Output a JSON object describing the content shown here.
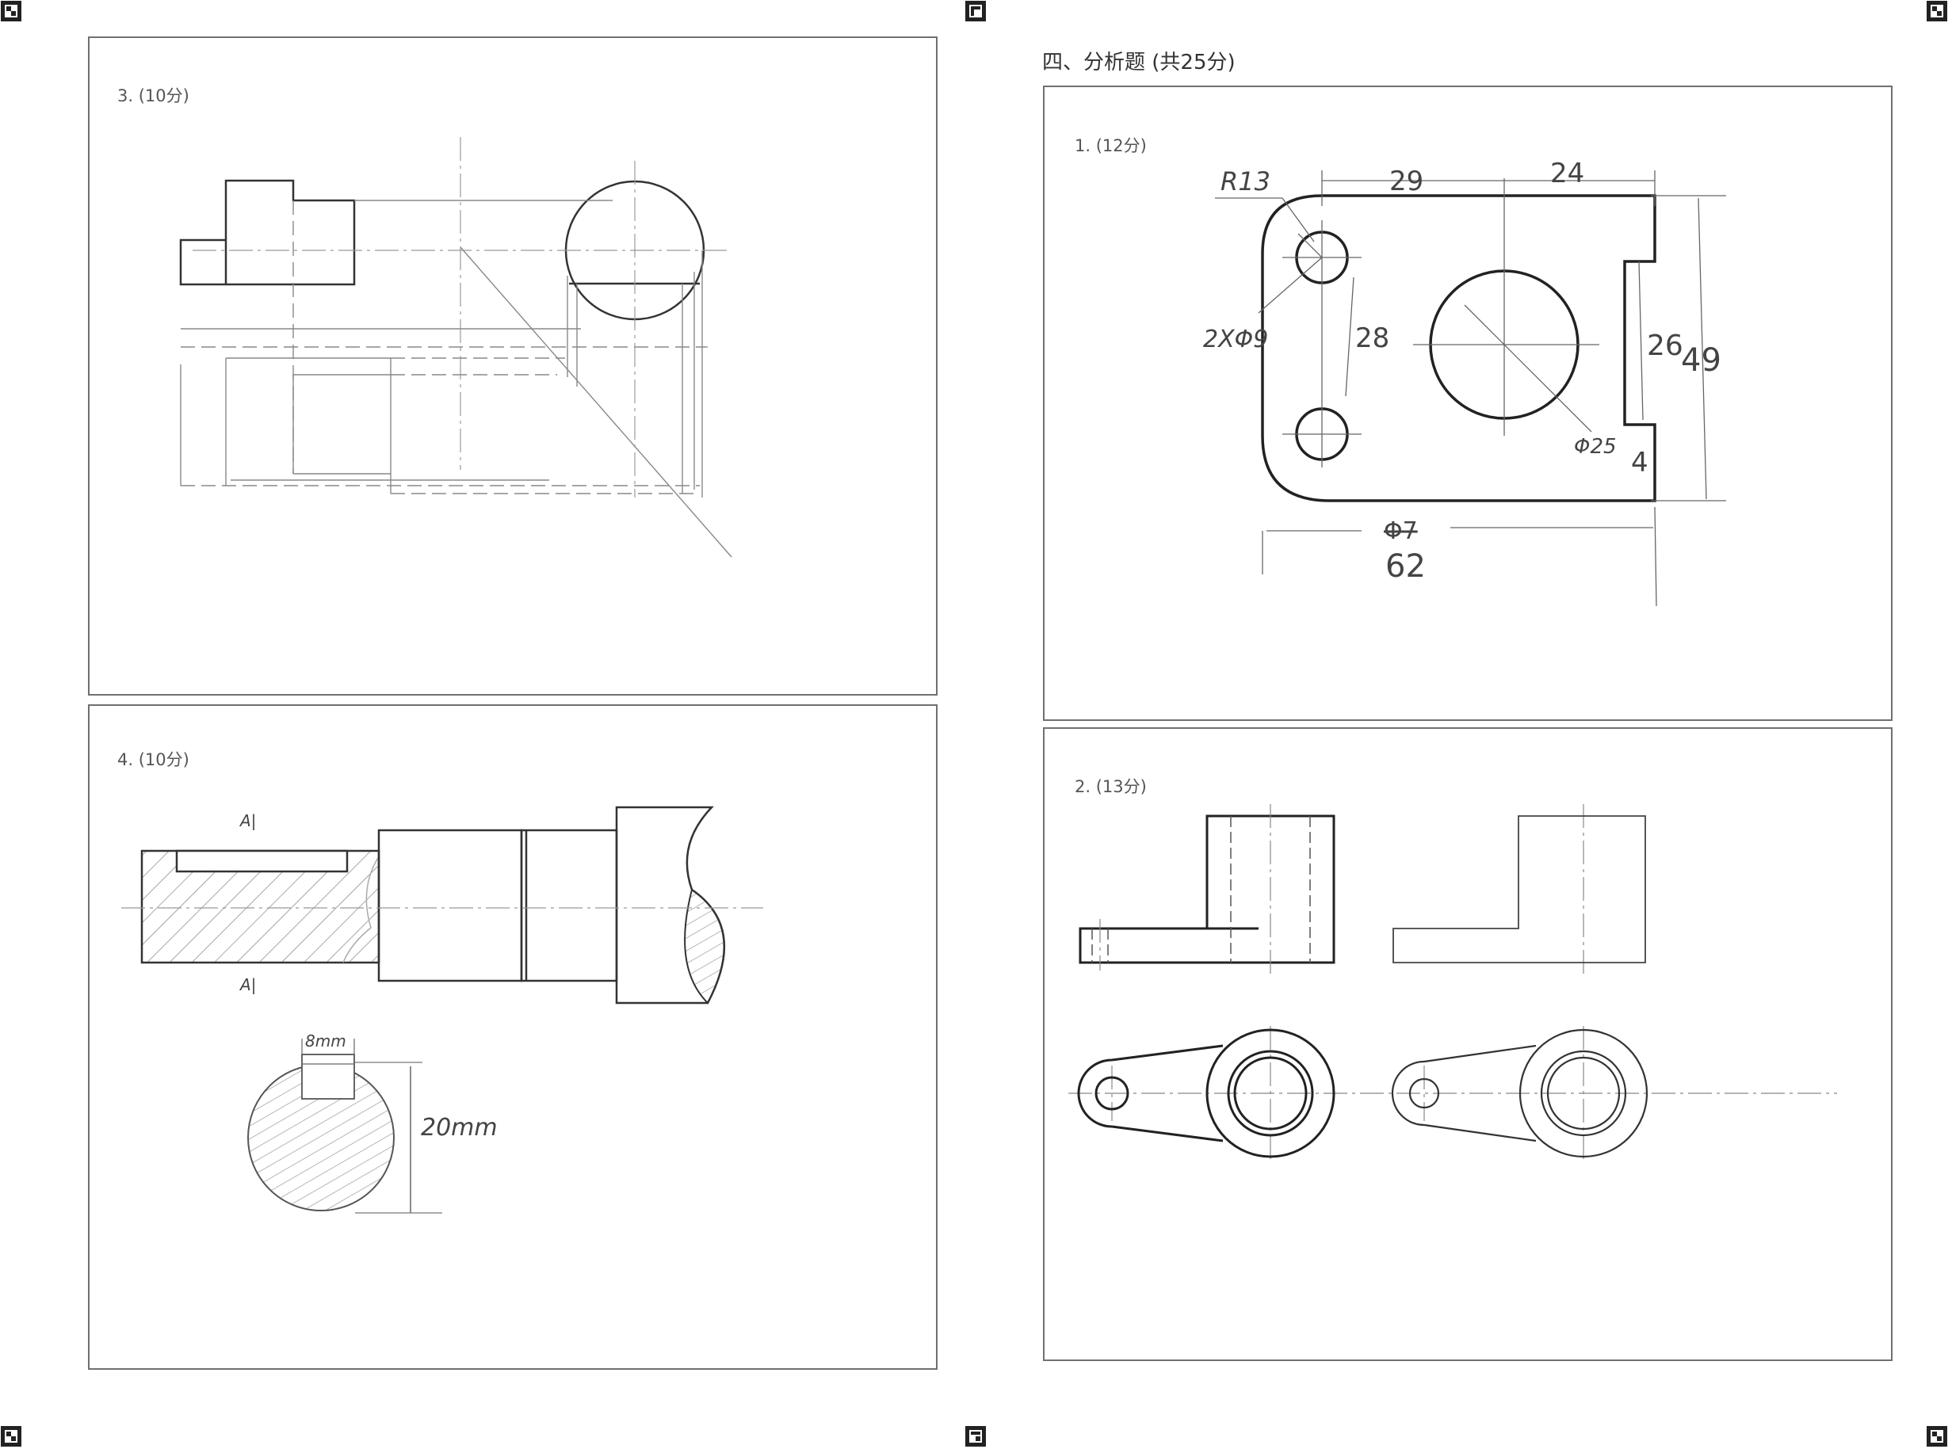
{
  "section": {
    "title": "四、分析题 (共25分)"
  },
  "panels": {
    "p3": {
      "label": "3. (10分)"
    },
    "p4": {
      "label": "4. (10分)",
      "section_mark_top": "A|",
      "section_mark_bottom": "A|",
      "key_width": "8mm",
      "diameter": "20mm"
    },
    "p1": {
      "label": "1. (12分)",
      "radius": "R13",
      "holes": "2XΦ9",
      "dim_top_left": "29",
      "dim_top_right": "24",
      "dim_vertical": "28",
      "dim_right_inner": "26",
      "dim_right_outer": "49",
      "big_hole": "Φ25",
      "notch": "4",
      "width_crossed": "Φ7",
      "width": "62"
    },
    "p2": {
      "label": "2. (13分)"
    }
  }
}
